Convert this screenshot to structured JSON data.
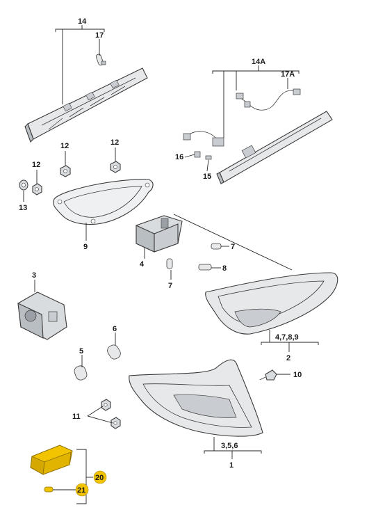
{
  "labels": {
    "p14": "14",
    "p17": "17",
    "p14a": "14A",
    "p17a": "17A",
    "p16": "16",
    "p15": "15",
    "p12a": "12",
    "p12b": "12",
    "p12c": "12",
    "p13": "13",
    "p9": "9",
    "p4": "4",
    "p7a": "7",
    "p8": "8",
    "p7b": "7",
    "p3": "3",
    "p6": "6",
    "p5": "5",
    "p2_group": "4,7,8,9",
    "p2": "2",
    "p10": "10",
    "p11": "11",
    "p1_group": "3,5,6",
    "p1": "1",
    "p20": "20",
    "p21": "21"
  },
  "colors": {
    "badge": "#f2c400",
    "part_fill": "#e8eaec",
    "part_dark": "#9aa0a6",
    "lens_fill": "#d9dcdf"
  }
}
